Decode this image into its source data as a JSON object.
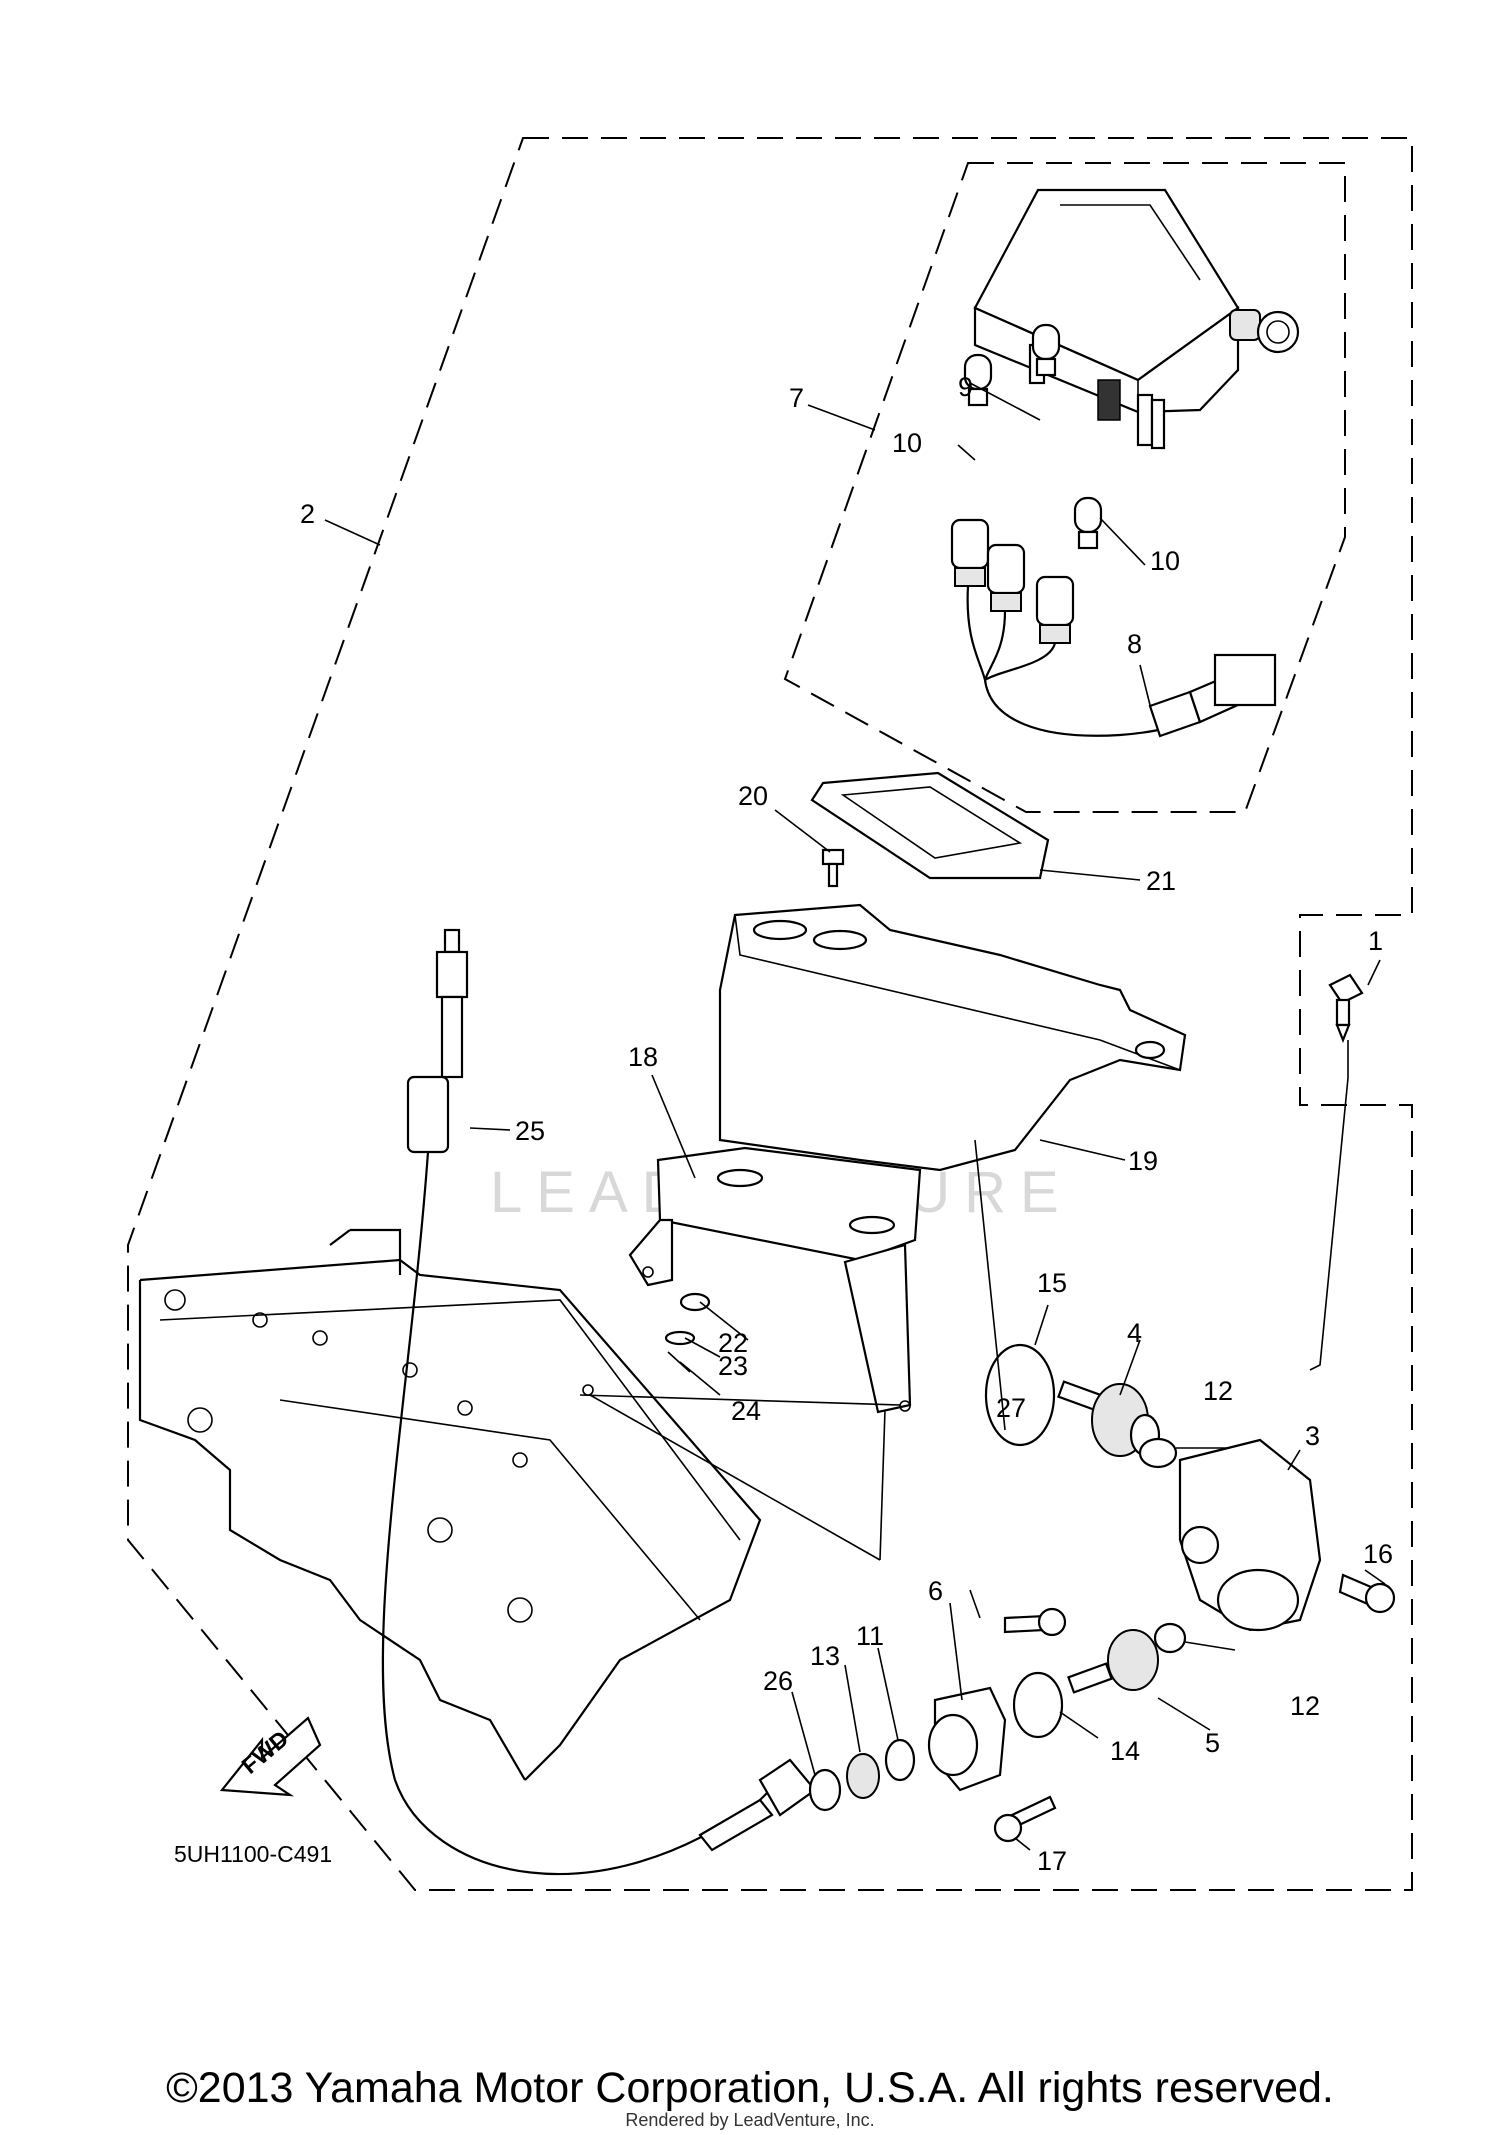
{
  "diagram": {
    "callouts": [
      {
        "id": "1",
        "text": "1"
      },
      {
        "id": "2",
        "text": "2"
      },
      {
        "id": "3",
        "text": "3"
      },
      {
        "id": "4",
        "text": "4"
      },
      {
        "id": "5",
        "text": "5"
      },
      {
        "id": "6",
        "text": "6"
      },
      {
        "id": "7",
        "text": "7"
      },
      {
        "id": "8",
        "text": "8"
      },
      {
        "id": "9",
        "text": "9"
      },
      {
        "id": "10a",
        "text": "10"
      },
      {
        "id": "10b",
        "text": "10"
      },
      {
        "id": "11",
        "text": "11"
      },
      {
        "id": "12a",
        "text": "12"
      },
      {
        "id": "12b",
        "text": "12"
      },
      {
        "id": "13",
        "text": "13"
      },
      {
        "id": "14",
        "text": "14"
      },
      {
        "id": "15",
        "text": "15"
      },
      {
        "id": "16",
        "text": "16"
      },
      {
        "id": "17",
        "text": "17"
      },
      {
        "id": "18",
        "text": "18"
      },
      {
        "id": "19",
        "text": "19"
      },
      {
        "id": "20",
        "text": "20"
      },
      {
        "id": "21",
        "text": "21"
      },
      {
        "id": "22",
        "text": "22"
      },
      {
        "id": "23",
        "text": "23"
      },
      {
        "id": "24",
        "text": "24"
      },
      {
        "id": "25",
        "text": "25"
      },
      {
        "id": "26",
        "text": "26"
      },
      {
        "id": "27",
        "text": "27"
      }
    ],
    "fwd_label": "FWD",
    "diagram_code": "5UH1100-C491",
    "watermark": "LEADVENTURE"
  },
  "footer": {
    "copyright": "©2013 Yamaha Motor Corporation, U.S.A. All rights reserved.",
    "rendered_by": "Rendered by LeadVenture, Inc."
  }
}
